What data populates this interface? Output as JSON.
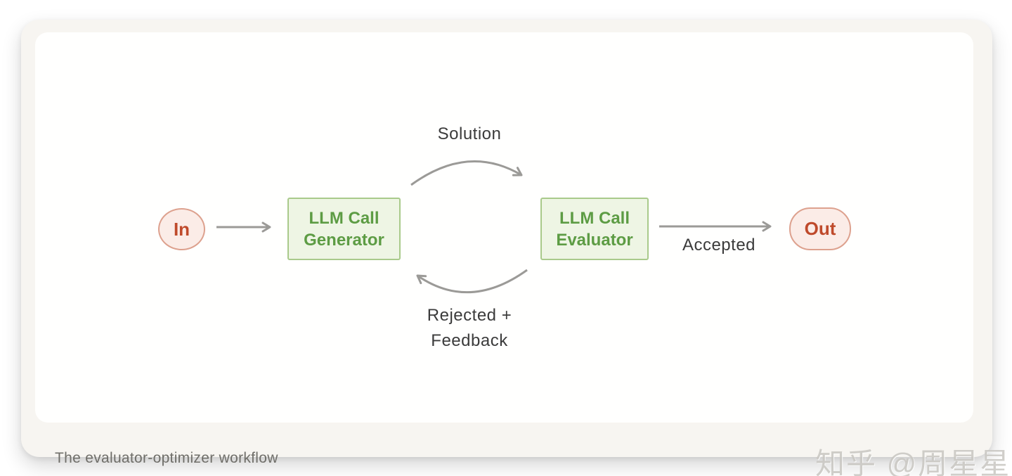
{
  "workflow": {
    "caption": "The evaluator-optimizer workflow",
    "watermark": "知乎 @周星星",
    "nodes": {
      "in": {
        "label": "In"
      },
      "generator": {
        "label": "LLM Call Generator"
      },
      "evaluator": {
        "label": "LLM Call Evaluator"
      },
      "out": {
        "label": "Out"
      }
    },
    "edges": {
      "solution_label": "Solution",
      "accepted_label": "Accepted",
      "rejected_label_line1": "Rejected +",
      "rejected_label_line2": "Feedback"
    }
  },
  "colors": {
    "arrow": "#9b9a97",
    "node_green_bg": "#eef5e4",
    "node_green_border": "#a9ca8b",
    "node_green_text": "#5d9c44",
    "node_pink_bg": "#fbece7",
    "node_pink_border": "#dda18e",
    "node_pink_text": "#bf4a2b",
    "edge_label_text": "#3b3b3b",
    "caption_text": "#6f6e69",
    "card_bg": "#f7f5f1",
    "panel_bg": "#fffffe"
  }
}
